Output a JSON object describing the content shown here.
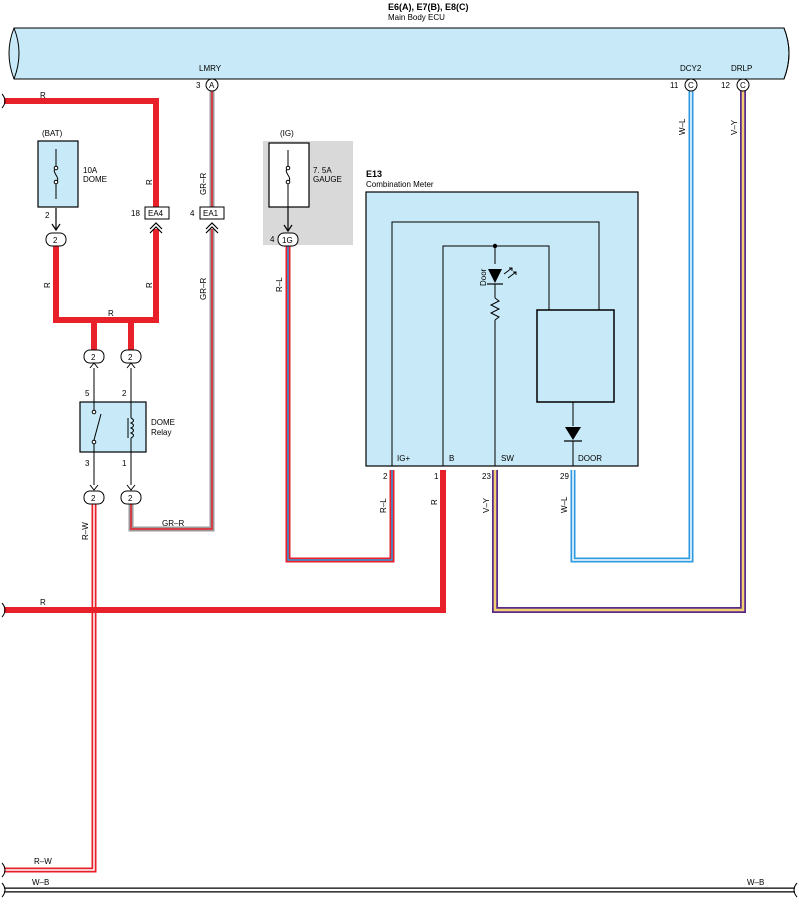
{
  "ecu": {
    "connectors": "E6(A), E7(B), E8(C)",
    "name": "Main Body ECU",
    "pins": [
      {
        "signal": "LMRY",
        "pin": "3",
        "conn": "A"
      },
      {
        "signal": "DCY2",
        "pin": "11",
        "conn": "C"
      },
      {
        "signal": "DRLP",
        "pin": "12",
        "conn": "C"
      }
    ]
  },
  "meter": {
    "code": "E13",
    "name": "Combination Meter",
    "pins": [
      {
        "label": "IG+",
        "pin": "2"
      },
      {
        "label": "B",
        "pin": "1"
      },
      {
        "label": "SW",
        "pin": "23"
      },
      {
        "label": "DOOR",
        "pin": "29"
      }
    ],
    "led_label": "Door"
  },
  "fuses": [
    {
      "source": "(BAT)",
      "rating": "10A",
      "name": "DOME",
      "out_pin": "2",
      "junction": "2"
    },
    {
      "source": "(IG)",
      "rating": "7. 5A",
      "name": "GAUGE",
      "out_pin": "4",
      "junction": "1G"
    }
  ],
  "relay": {
    "name": "DOME",
    "name2": "Relay",
    "pins": [
      "5",
      "2",
      "3",
      "1"
    ],
    "junctions": [
      "2",
      "2",
      "2",
      "2"
    ]
  },
  "connectors": [
    {
      "name": "EA4",
      "pin": "18"
    },
    {
      "name": "EA1",
      "pin": "4"
    }
  ],
  "wire_labels": {
    "r": "R",
    "gr_r": "GR–R",
    "r_l": "R–L",
    "r_w": "R–W",
    "v_y": "V–Y",
    "w_l": "W–L",
    "w_b": "W–B"
  },
  "colors": {
    "red": "#e8202a",
    "ecu_fill": "#c8eaf8",
    "component_fill": "#c8eaf8",
    "ig_shade": "#d9d9d9",
    "grey_wire": "#9a9a9a",
    "blue_wire": "#2e9ae0",
    "purple_wire": "#5a2a8a",
    "yellow_wire": "#f0d070"
  }
}
